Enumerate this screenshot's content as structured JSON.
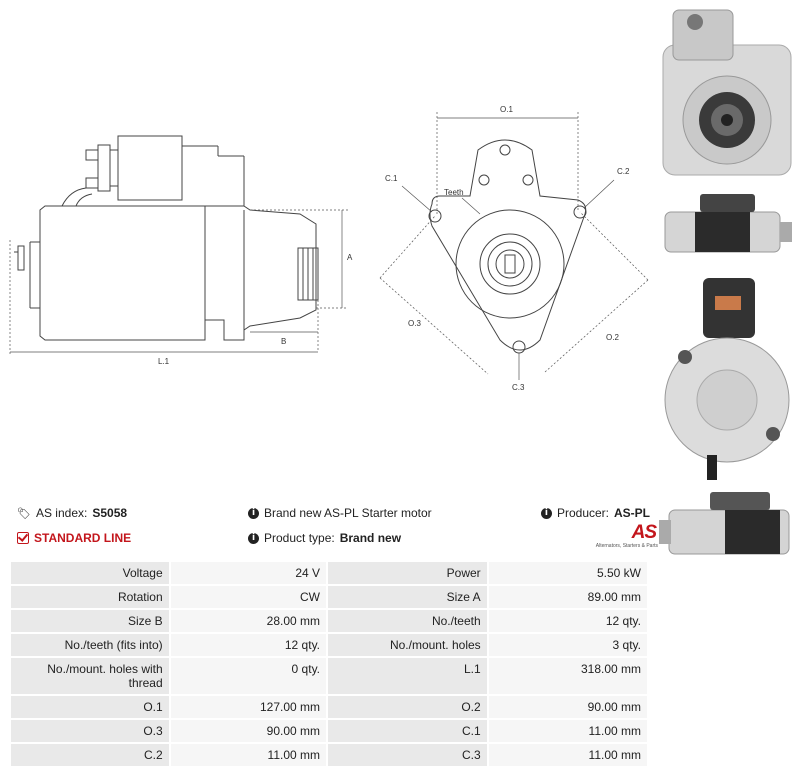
{
  "drawings": {
    "side_labels": {
      "a": "A",
      "b": "B",
      "l1": "L.1"
    },
    "front_labels": {
      "o1": "O.1",
      "o2": "O.2",
      "o3": "O.3",
      "c1": "C.1",
      "c2": "C.2",
      "c3": "C.3",
      "teeth": "Teeth"
    }
  },
  "info": {
    "as_index_label": "AS index:",
    "as_index_value": "S5058",
    "line": "STANDARD LINE",
    "description": "Brand new AS-PL Starter motor",
    "product_type_label": "Product type:",
    "product_type_value": "Brand new",
    "producer_label": "Producer:",
    "producer_value": "AS-PL",
    "logo_text": "AS",
    "logo_tagline": "Alternators, Starters & Parts"
  },
  "specs": [
    [
      {
        "label": "Voltage",
        "value": "24 V"
      },
      {
        "label": "Power",
        "value": "5.50 kW"
      }
    ],
    [
      {
        "label": "Rotation",
        "value": "CW"
      },
      {
        "label": "Size A",
        "value": "89.00 mm"
      }
    ],
    [
      {
        "label": "Size B",
        "value": "28.00 mm"
      },
      {
        "label": "No./teeth",
        "value": "12 qty."
      }
    ],
    [
      {
        "label": "No./teeth (fits into)",
        "value": "12 qty."
      },
      {
        "label": "No./mount. holes",
        "value": "3 qty."
      }
    ],
    [
      {
        "label": "No./mount. holes with thread",
        "value": "0 qty."
      },
      {
        "label": "L.1",
        "value": "318.00 mm"
      }
    ],
    [
      {
        "label": "O.1",
        "value": "127.00 mm"
      },
      {
        "label": "O.2",
        "value": "90.00 mm"
      }
    ],
    [
      {
        "label": "O.3",
        "value": "90.00 mm"
      },
      {
        "label": "C.1",
        "value": "11.00 mm"
      }
    ],
    [
      {
        "label": "C.2",
        "value": "11.00 mm"
      },
      {
        "label": "C.3",
        "value": "11.00 mm"
      }
    ]
  ]
}
